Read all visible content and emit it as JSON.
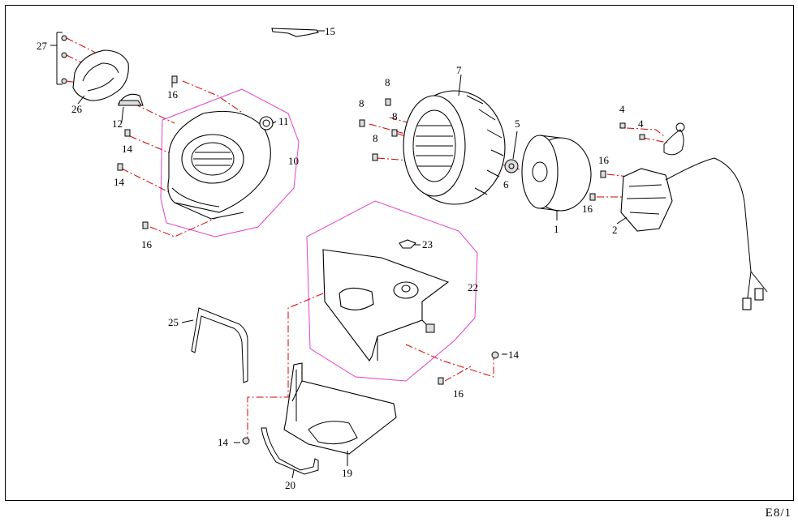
{
  "page_code": "E8/1",
  "callouts": {
    "n1": "1",
    "n2": "2",
    "n4a": "4",
    "n4b": "4",
    "n5": "5",
    "n6": "6",
    "n7": "7",
    "n8a": "8",
    "n8b": "8",
    "n8c": "8",
    "n8d": "8",
    "n10": "10",
    "n11": "11",
    "n12": "12",
    "n14a": "14",
    "n14b": "14",
    "n14c": "14",
    "n14d": "14",
    "n15": "15",
    "n16a": "16",
    "n16b": "16",
    "n16c": "16",
    "n16d": "16",
    "n16e": "16",
    "n19": "19",
    "n20": "20",
    "n22": "22",
    "n23": "23",
    "n25": "25",
    "n26": "26",
    "n27": "27"
  },
  "colors": {
    "lines": "#000000",
    "leaders": "#d40000",
    "groups": "#e040c8"
  }
}
